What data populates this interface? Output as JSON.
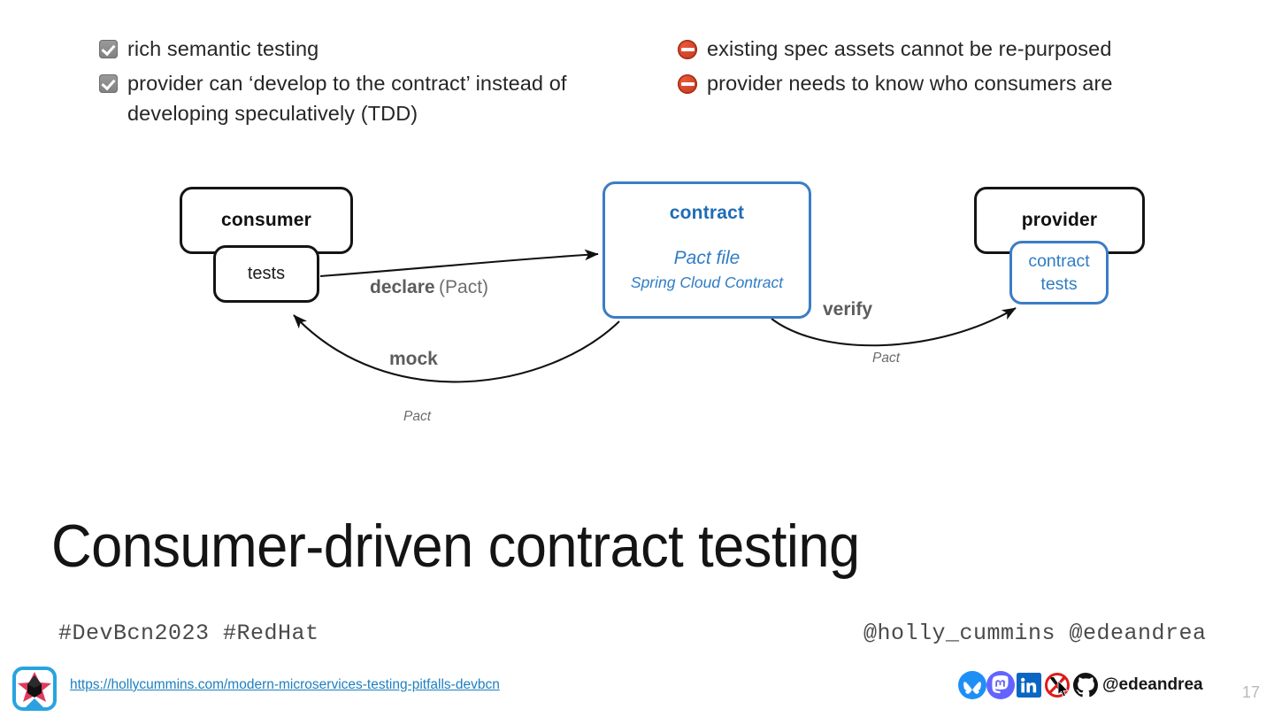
{
  "slide": {
    "headline": "Consumer-driven contract testing",
    "page_number": "17"
  },
  "pros": {
    "icon": "check-icon",
    "items": [
      "rich semantic testing",
      "provider can ‘develop to the contract’ instead of developing speculatively (TDD)"
    ]
  },
  "cons": {
    "icon": "no-entry-icon",
    "items": [
      "existing spec assets cannot be re-purposed",
      "provider needs to know who consumers are"
    ]
  },
  "diagram": {
    "nodes": {
      "consumer": {
        "title": "consumer"
      },
      "consumer_tests": {
        "title": "tests"
      },
      "contract": {
        "title": "contract",
        "sub_large": "Pact file",
        "sub_small": "Spring Cloud Contract"
      },
      "provider": {
        "title": "provider"
      },
      "provider_tests": {
        "line1": "contract",
        "line2": "tests"
      }
    },
    "edges": {
      "declare": {
        "strong": "declare",
        "light": "(Pact)"
      },
      "mock": {
        "strong": "mock",
        "note": "Pact"
      },
      "verify": {
        "strong": "verify",
        "note": "Pact"
      }
    },
    "colors": {
      "black": "#141414",
      "blue": "#3b7dc4",
      "blue_text": "#2f7cc4",
      "label_gray": "#5c5c5c"
    }
  },
  "footer": {
    "hashtags": "#DevBcn2023 #RedHat",
    "handles": "@holly_cummins @edeandrea",
    "url": "https://hollycummins.com/modern-microservices-testing-pitfalls-devbcn",
    "social_handle": "@edeandrea",
    "social_icons": [
      "bluesky-icon",
      "mastodon-icon",
      "linkedin-icon",
      "x-twitter-crossed-out-icon",
      "github-icon"
    ]
  }
}
